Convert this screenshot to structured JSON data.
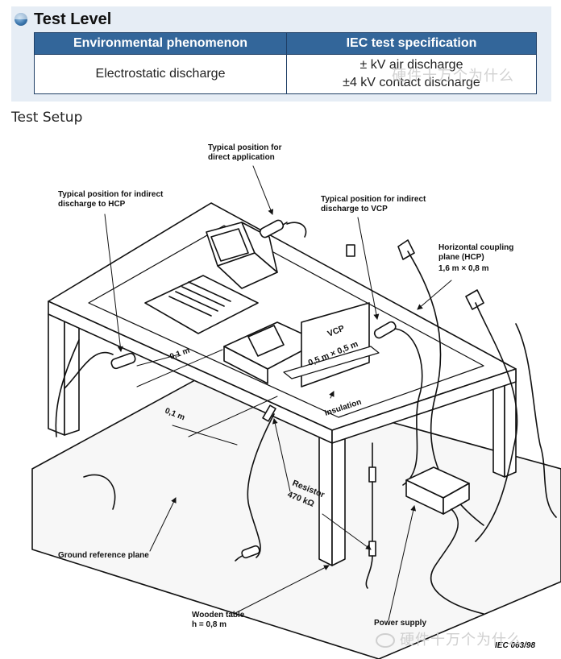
{
  "level_section": {
    "title": "Test Level",
    "columns": [
      "Environmental phenomenon",
      "IEC test specification"
    ],
    "rows": [
      {
        "phenomenon": "Electrostatic discharge",
        "spec_lines": [
          "± kV air discharge",
          "±4 kV contact discharge"
        ]
      }
    ]
  },
  "watermark": "硬件十万个为什么",
  "setup_section": {
    "title": "Test Setup"
  },
  "diagram": {
    "labels": {
      "direct_application": [
        "Typical position for",
        "direct application"
      ],
      "indirect_hcp": [
        "Typical position for indirect",
        "discharge to HCP"
      ],
      "indirect_vcp": [
        "Typical position for indirect",
        "discharge to VCP"
      ],
      "hcp": [
        "Horizontal coupling",
        "plane (HCP)",
        "1,6 m × 0,8 m"
      ],
      "vcp": [
        "VCP",
        "0,5 m × 0,5 m"
      ],
      "insulation": "Insulation",
      "dist1": "0,1 m",
      "dist2": "0,1 m",
      "resistor": [
        "Resistor",
        "470 kΩ"
      ],
      "ground_plane": "Ground reference plane",
      "wooden_table": [
        "Wooden table",
        "h = 0,8 m"
      ],
      "power_supply": "Power supply",
      "figure_ref": "IEC  063/98"
    }
  }
}
